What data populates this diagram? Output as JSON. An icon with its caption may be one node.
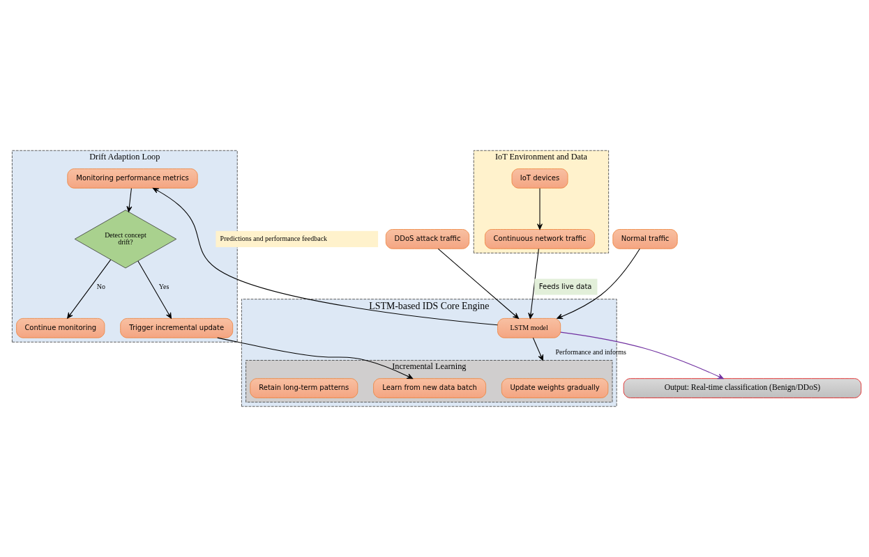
{
  "diagram": {
    "nodes": [
      {
        "text": [
          "Normal traffic"
        ]
      },
      {
        "text": [
          "DDoS attack traffic"
        ]
      },
      {
        "text": [
          "IoT Environment and Data"
        ]
      },
      {
        "text": [
          "IoT devices"
        ],
        "in": 2
      },
      {
        "text": [
          "Continuous network traffic"
        ],
        "in": 2
      },
      {
        "text": [
          "Drift Adaption Loop"
        ]
      },
      {
        "text": [
          "Monitoring performance metrics"
        ],
        "in": 5
      },
      {
        "text": [
          "Detect concept drift?"
        ],
        "in": 5
      },
      {
        "text": [
          "Continue monitoring"
        ],
        "in": 5
      },
      {
        "text": [
          "Trigger incremental update"
        ],
        "in": 5
      },
      {
        "text": [
          "LSTM-based IDS Core Engine"
        ]
      },
      {
        "text": [
          "LSTM model"
        ],
        "in": 10
      },
      {
        "text": [
          "Incremental Learning"
        ],
        "in": 10
      },
      {
        "text": [
          "Learn from new data batch"
        ],
        "in": 12
      },
      {
        "text": [
          "Update weights gradually"
        ],
        "in": 12
      },
      {
        "text": [
          "Retain long-term patterns"
        ],
        "in": 12
      },
      {
        "text": [
          "Output: Real-time classification (Benign/DDoS)"
        ]
      }
    ],
    "edges": [
      {
        "from": 0,
        "to": 11,
        "arrow": "to"
      },
      {
        "from": 1,
        "to": 11,
        "arrow": "to"
      },
      {
        "from": 3,
        "to": 4,
        "arrow": "to"
      },
      {
        "from": 4,
        "to": 11,
        "arrow": "to",
        "label": "Feeds live data"
      },
      {
        "from": 11,
        "to": 6,
        "arrow": "to",
        "label": "Predictions and performance feedback"
      },
      {
        "from": 6,
        "to": 7,
        "arrow": "to"
      },
      {
        "from": 7,
        "to": 8,
        "arrow": "to",
        "label": "No"
      },
      {
        "from": 7,
        "to": 9,
        "arrow": "to",
        "label": "Yes"
      },
      {
        "from": 11,
        "to": 12,
        "arrow": "to",
        "label": "Performance and informs"
      },
      {
        "from": 9,
        "to": 13,
        "arrow": "to"
      },
      {
        "from": 11,
        "to": 16,
        "arrow": "to",
        "color": "#7030a0"
      }
    ]
  }
}
